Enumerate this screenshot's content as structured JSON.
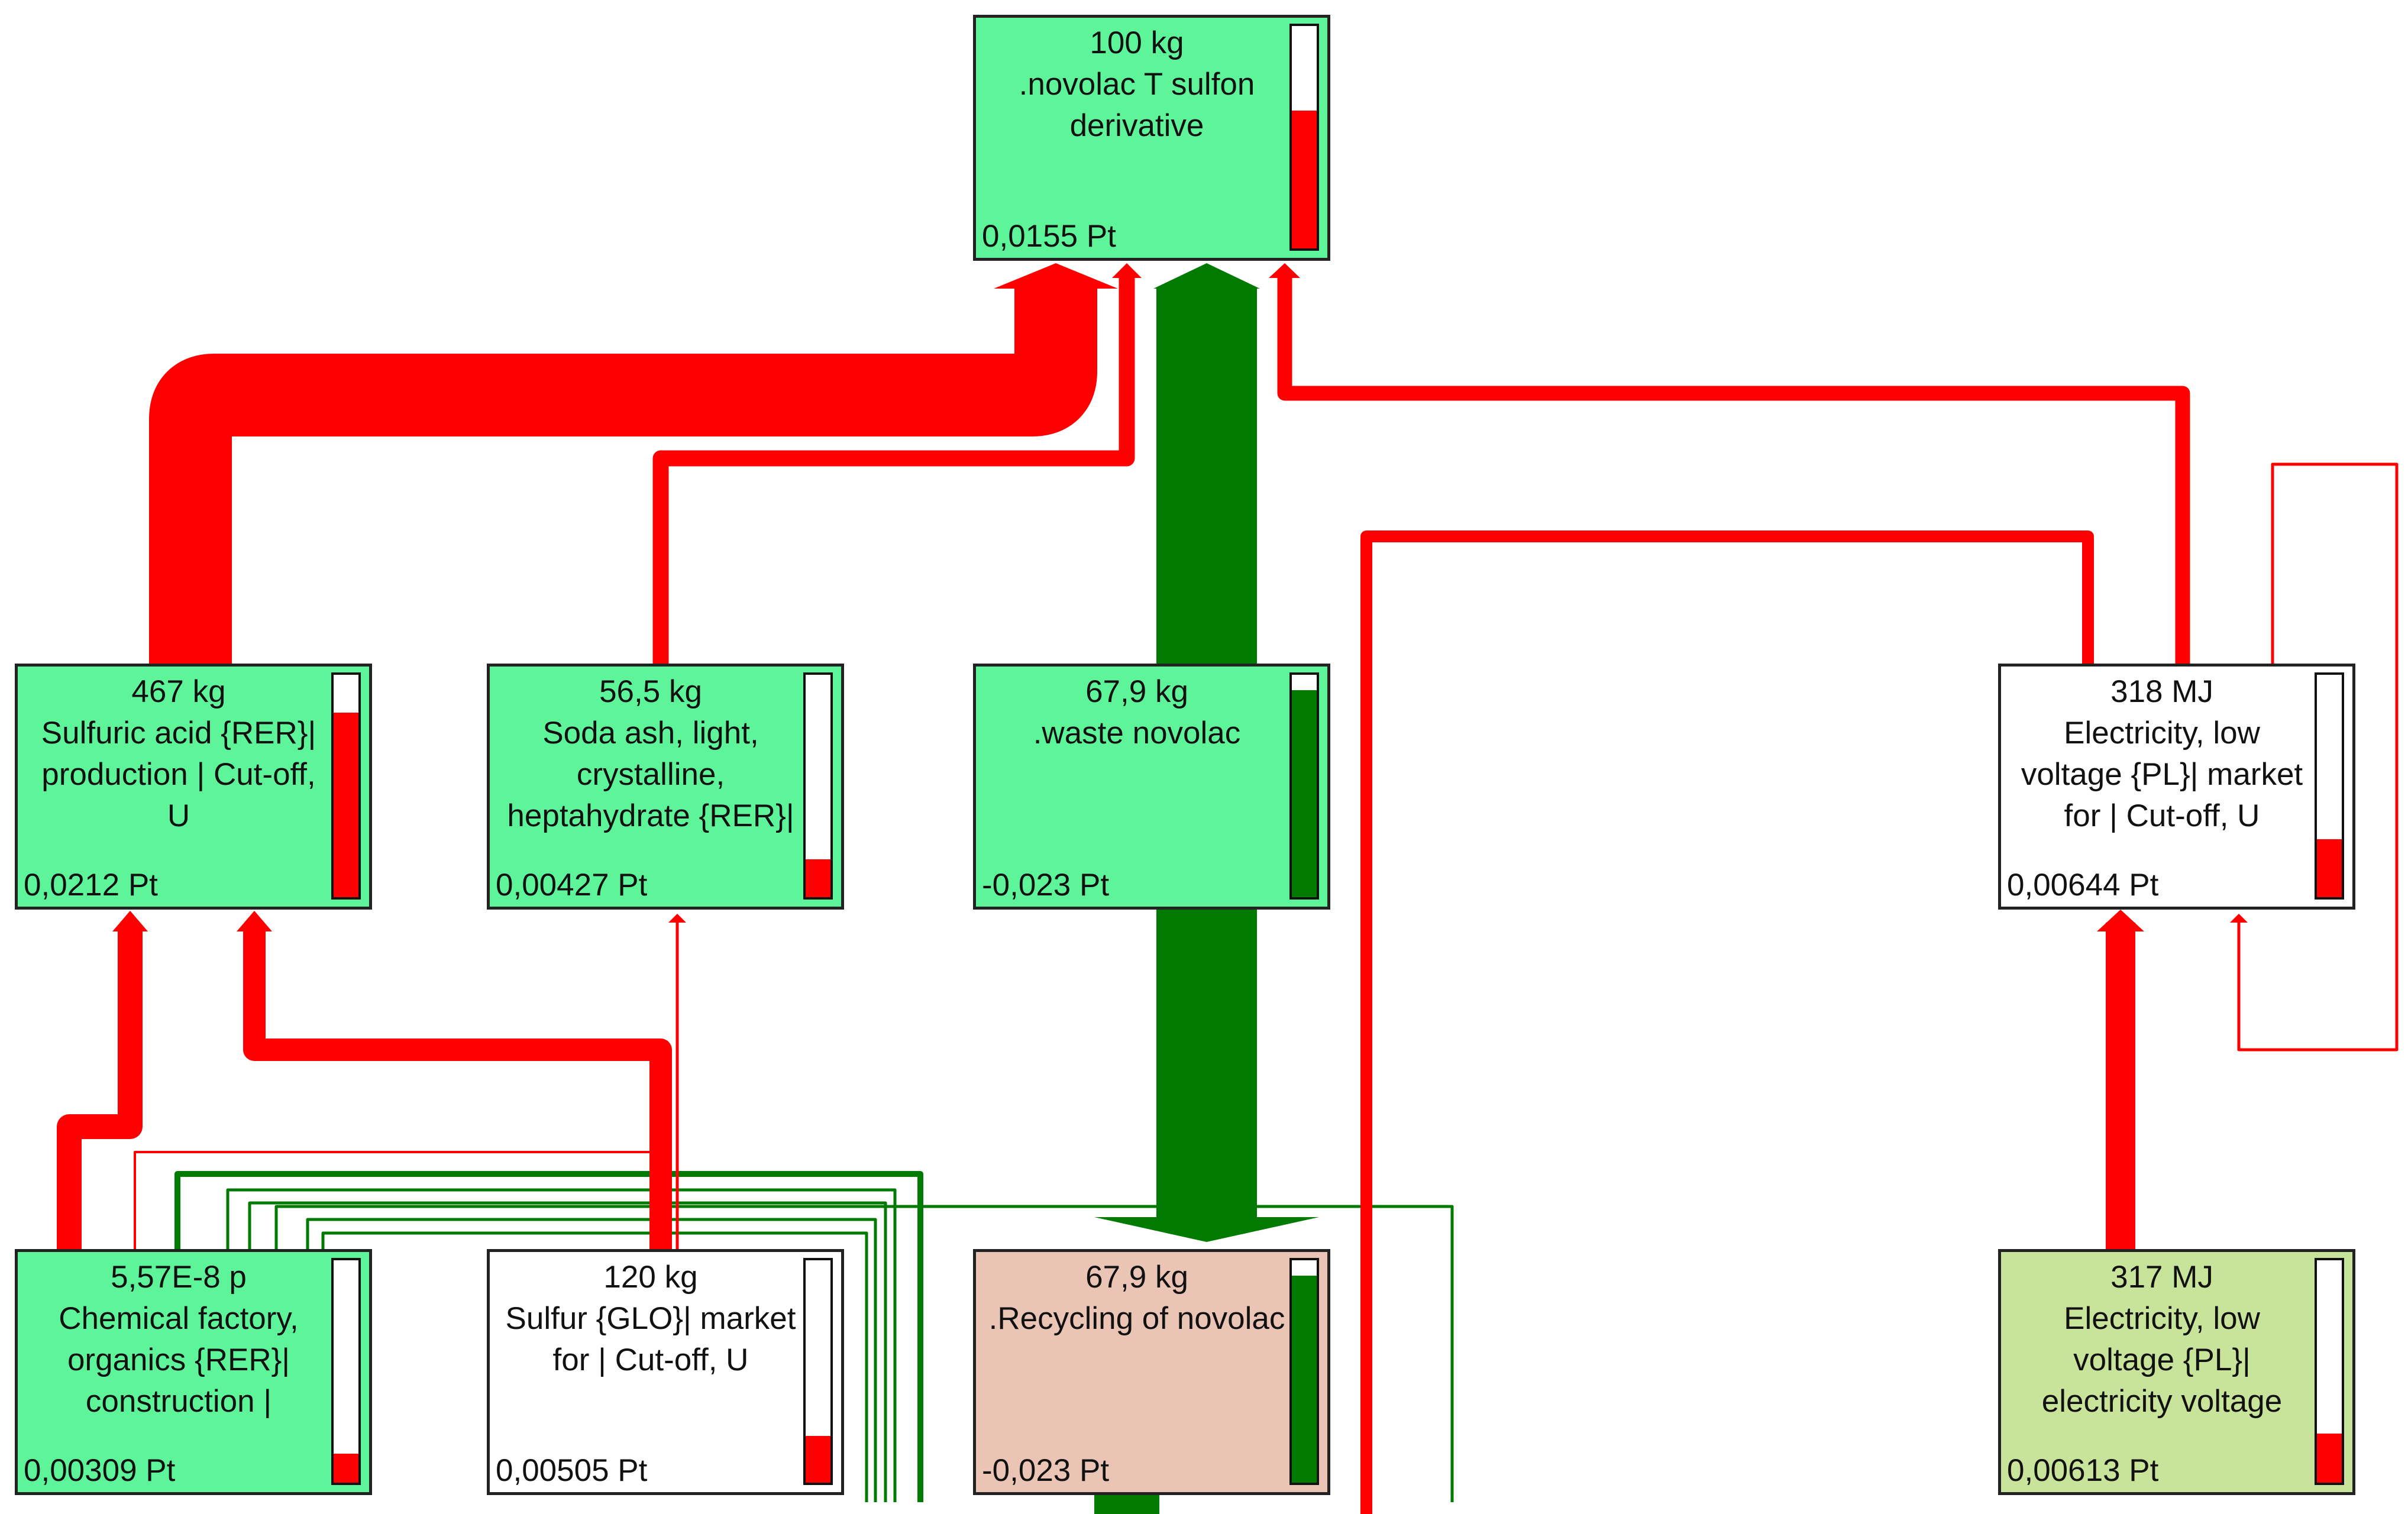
{
  "colors": {
    "node_green": "#5ef59a",
    "node_white": "#ffffff",
    "node_salmon": "#eac5b5",
    "node_lightgreen": "#c8e39a",
    "impact_positive": "#ff0000",
    "impact_negative": "#007a00"
  },
  "nodes": [
    {
      "id": "novolac",
      "title": "100 kg\n.novolac T sulfon\nderivative",
      "score": "0,0155 Pt",
      "fill": "node_green",
      "gauge_fraction": 0.62,
      "gauge_color": "impact_positive"
    },
    {
      "id": "sulfuric",
      "title": "467 kg\nSulfuric acid {RER}|\nproduction | Cut-off,\nU",
      "score": "0,0212 Pt",
      "fill": "node_green",
      "gauge_fraction": 0.83,
      "gauge_color": "impact_positive"
    },
    {
      "id": "soda",
      "title": "56,5 kg\nSoda ash, light,\ncrystalline,\nheptahydrate {RER}|",
      "score": "0,00427 Pt",
      "fill": "node_green",
      "gauge_fraction": 0.17,
      "gauge_color": "impact_positive"
    },
    {
      "id": "waste",
      "title": "67,9 kg\n.waste novolac",
      "score": "-0,023 Pt",
      "fill": "node_green",
      "gauge_fraction": 0.93,
      "gauge_color": "impact_negative"
    },
    {
      "id": "elec_market",
      "title": "318 MJ\nElectricity, low\nvoltage {PL}| market\nfor | Cut-off, U",
      "score": "0,00644 Pt",
      "fill": "node_white",
      "gauge_fraction": 0.26,
      "gauge_color": "impact_positive"
    },
    {
      "id": "chemfactory",
      "title": "5,57E-8 p\nChemical factory,\norganics {RER}|\nconstruction |",
      "score": "0,00309 Pt",
      "fill": "node_green",
      "gauge_fraction": 0.13,
      "gauge_color": "impact_positive"
    },
    {
      "id": "sulfur",
      "title": "120 kg\nSulfur {GLO}| market\nfor | Cut-off, U",
      "score": "0,00505 Pt",
      "fill": "node_white",
      "gauge_fraction": 0.21,
      "gauge_color": "impact_positive"
    },
    {
      "id": "recycling",
      "title": "67,9 kg\n.Recycling of novolac",
      "score": "-0,023 Pt",
      "fill": "node_salmon",
      "gauge_fraction": 0.93,
      "gauge_color": "impact_negative"
    },
    {
      "id": "elec_voltage",
      "title": "317 MJ\nElectricity, low\nvoltage {PL}|\nelectricity voltage",
      "score": "0,00613 Pt",
      "fill": "node_lightgreen",
      "gauge_fraction": 0.22,
      "gauge_color": "impact_positive"
    }
  ]
}
